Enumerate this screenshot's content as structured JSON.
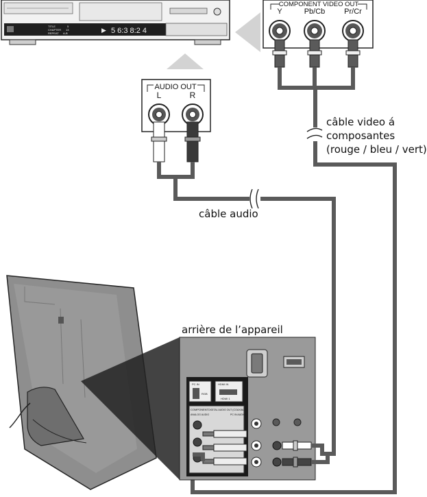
{
  "player": {
    "display_line1": "TITLE",
    "display_line1_val": "5",
    "display_line2": "CHAPTER",
    "display_line2_val": "13",
    "display_line3": "REPEAT",
    "display_line3_val": "A-B",
    "time": "5 6:3 8:2 4",
    "play_symbol": "▶"
  },
  "component_out": {
    "title": "COMPONENT VIDEO OUT",
    "y": "Y",
    "pb": "Pb/Cb",
    "pr": "Pr/Cr"
  },
  "audio_out": {
    "title": "AUDIO OUT",
    "l": "L",
    "r": "R"
  },
  "labels": {
    "video_cable_1": "câble video á",
    "video_cable_2": "composantes",
    "video_cable_3": "(rouge / bleu / vert)",
    "audio_cable": "câble audio",
    "rear_of_unit": "arrière de l’appareil"
  },
  "panel": {
    "pc_in": "PC IN",
    "rgb": "RGB",
    "hdmi_in": "HDMI IN",
    "hdmi1": "HDMI 1",
    "component": "COMPONENT",
    "analog_audio": "ANALOG AUDIO",
    "digital_audio": "DIGITAL AUDIO OUT (COAXIAL)",
    "pc_in_audio": "PC IN AUDIO"
  },
  "colors": {
    "cable": "#5a5a5a",
    "tv_body": "#8c8c8c",
    "panel": "#9a9a9a",
    "arrow": "#d2d2d2"
  }
}
